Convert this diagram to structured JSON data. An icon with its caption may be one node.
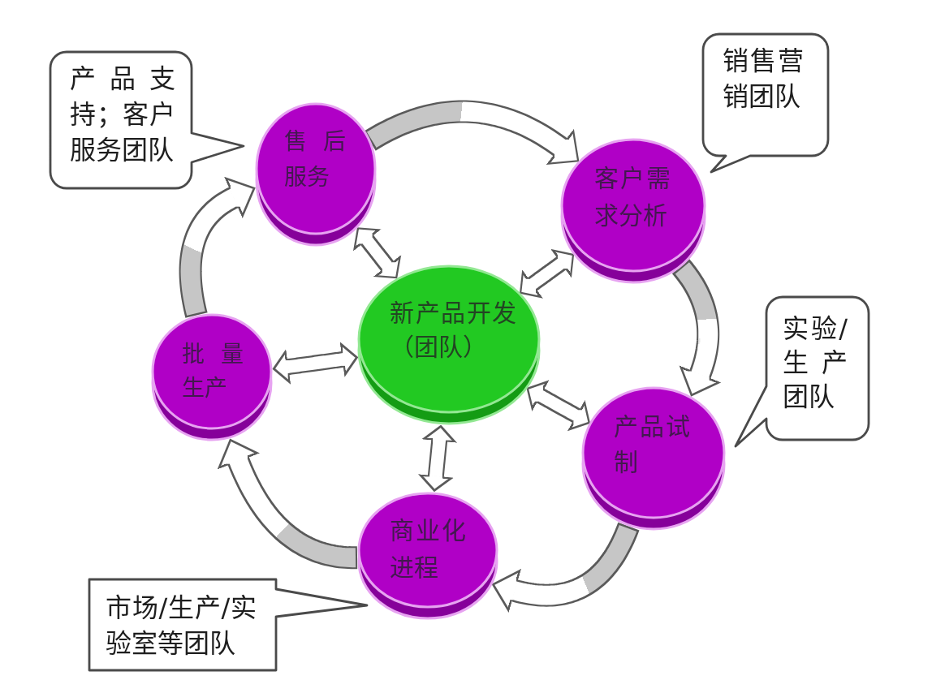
{
  "diagram": {
    "nodes": [
      {
        "text": [
          "产品支持；客户服务团队"
        ]
      },
      {
        "text": [
          "售后服务"
        ]
      },
      {
        "text": [
          "销售营销团队"
        ]
      },
      {
        "text": [
          "客户需求分析"
        ]
      },
      {
        "text": [
          "新产品开发（团队）"
        ]
      },
      {
        "text": [
          "批量生产"
        ]
      },
      {
        "text": [
          "实验/生产团队"
        ]
      },
      {
        "text": [
          "产品试制"
        ]
      },
      {
        "text": [
          "商业化进程"
        ]
      },
      {
        "text": [
          "市场/生产/实验室等团队"
        ]
      }
    ],
    "edges": [
      {
        "from": 1,
        "to": 3,
        "arrow": "to"
      },
      {
        "from": 3,
        "to": 7,
        "arrow": "to"
      },
      {
        "from": 7,
        "to": 8,
        "arrow": "to"
      },
      {
        "from": 8,
        "to": 5,
        "arrow": "to"
      },
      {
        "from": 5,
        "to": 1,
        "arrow": "to"
      },
      {
        "from": 4,
        "to": 1,
        "arrow": "both"
      },
      {
        "from": 4,
        "to": 3,
        "arrow": "both"
      },
      {
        "from": 4,
        "to": 7,
        "arrow": "both"
      },
      {
        "from": 4,
        "to": 8,
        "arrow": "both"
      },
      {
        "from": 4,
        "to": 5,
        "arrow": "both"
      }
    ]
  }
}
